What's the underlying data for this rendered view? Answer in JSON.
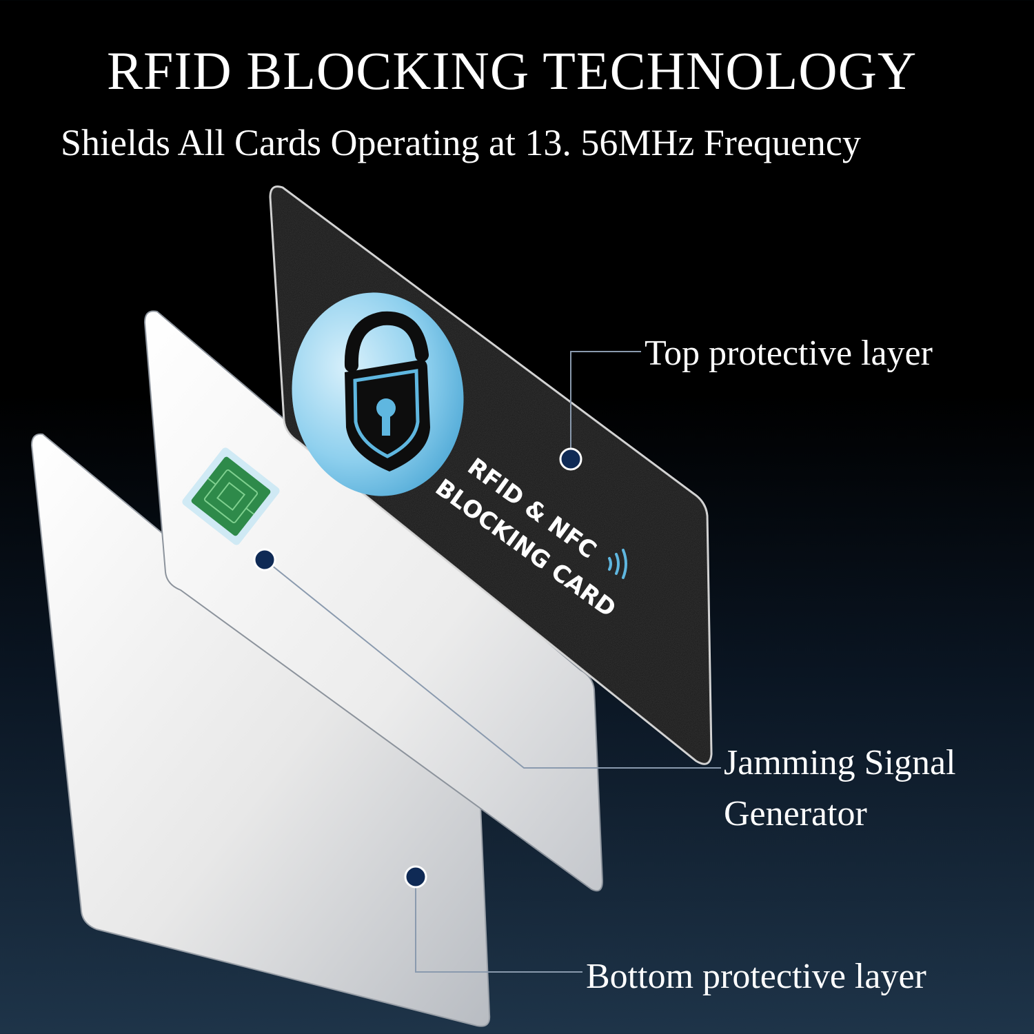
{
  "header": {
    "title": "RFID BLOCKING TECHNOLOGY",
    "subtitle": "Shields All Cards Operating at 13. 56MHz Frequency"
  },
  "card": {
    "text_line1": "RFID & NFC",
    "text_line2": "BLOCKING CARD",
    "icons": [
      "lock-icon",
      "nfc-wave-icon",
      "chip-icon"
    ]
  },
  "callouts": {
    "top": "Top protective layer",
    "jamming_line1": "Jamming Signal",
    "jamming_line2": "Generator",
    "bottom": "Bottom protective layer"
  },
  "colors": {
    "dot": "#0f2a55",
    "leader": "#8a9aae",
    "lock_circle": "#6cc3e6",
    "chip": "#2e8a4a"
  }
}
